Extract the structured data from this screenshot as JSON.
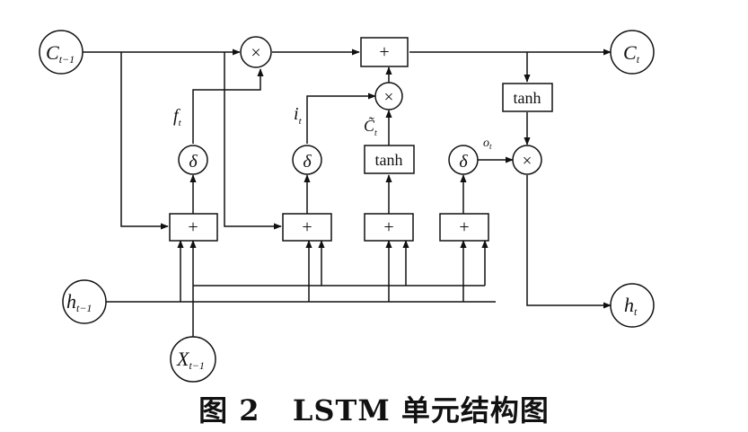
{
  "nodes": {
    "c_prev": {
      "main": "C",
      "sub": "t−1"
    },
    "c_t": {
      "main": "C",
      "sub": "t"
    },
    "h_prev": {
      "main": "h",
      "sub": "t−1"
    },
    "h_t": {
      "main": "h",
      "sub": "t"
    },
    "x_t": {
      "main": "X",
      "sub": "t−1"
    }
  },
  "ops": {
    "plus": "+",
    "times": "×",
    "sigma": "δ",
    "tanh": "tanh"
  },
  "labels": {
    "f": {
      "main": "f",
      "sub": "t"
    },
    "i": {
      "main": "i",
      "sub": "t"
    },
    "c_tilde": {
      "main": "C̃",
      "sub": "t"
    },
    "o": {
      "main": "o",
      "sub": "t"
    }
  },
  "caption": {
    "fig": "图 2",
    "title": "LSTM 单元结构图"
  }
}
